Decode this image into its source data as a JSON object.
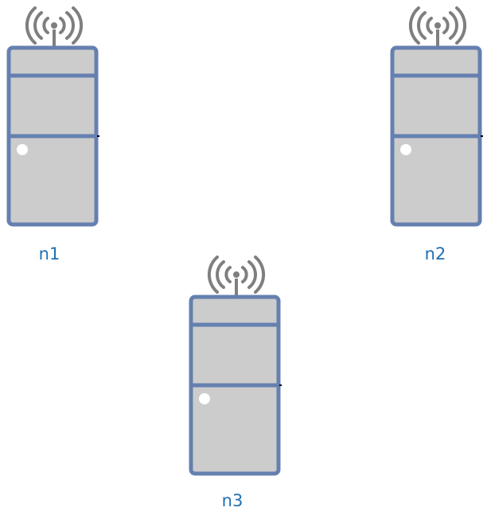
{
  "diagram": {
    "colors": {
      "frame": "#6580B0",
      "body": "#CCCCCC",
      "antenna": "#7F7F7F",
      "indicator": "#FFFFFF",
      "label": "#1F6FB2"
    },
    "nodes": [
      {
        "id": "n1",
        "label": "n1",
        "icon": "server-tower-with-antenna-icon"
      },
      {
        "id": "n2",
        "label": "n2",
        "icon": "server-tower-with-antenna-icon"
      },
      {
        "id": "n3",
        "label": "n3",
        "icon": "server-tower-with-antenna-icon"
      }
    ]
  }
}
